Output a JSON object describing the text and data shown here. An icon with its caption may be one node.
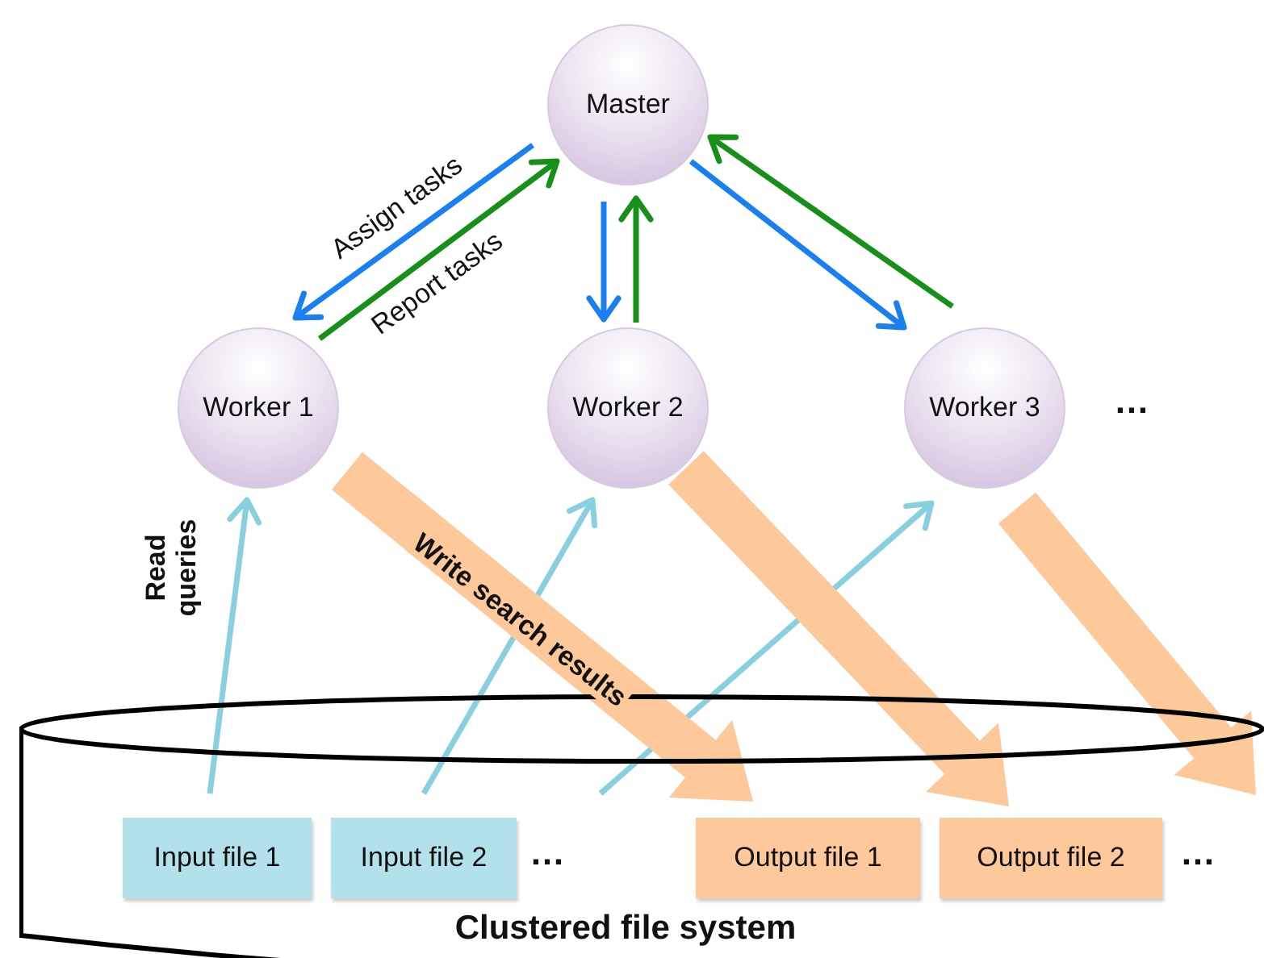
{
  "diagram": {
    "nodes": [
      {
        "text": [
          "Master"
        ]
      },
      {
        "text": [
          "Worker 1"
        ]
      },
      {
        "text": [
          "Worker 2"
        ]
      },
      {
        "text": [
          "Worker 3"
        ]
      },
      {
        "text": [
          "Clustered file system"
        ]
      },
      {
        "text": [
          "Input file 1"
        ],
        "in": 4
      },
      {
        "text": [
          "Input file 2"
        ],
        "in": 4
      },
      {
        "text": [
          "Output file 1"
        ],
        "in": 4
      },
      {
        "text": [
          "Output file 2"
        ],
        "in": 4
      }
    ],
    "edges": [
      {
        "from": 0,
        "to": 1,
        "arrow": "to",
        "label": "Assign tasks",
        "color": "#1a7ff0"
      },
      {
        "from": 1,
        "to": 0,
        "arrow": "to",
        "label": "Report tasks",
        "color": "#17901a"
      },
      {
        "from": 0,
        "to": 2,
        "arrow": "to",
        "color": "#1a7ff0"
      },
      {
        "from": 2,
        "to": 0,
        "arrow": "to",
        "color": "#17901a"
      },
      {
        "from": 0,
        "to": 3,
        "arrow": "to",
        "color": "#1a7ff0"
      },
      {
        "from": 3,
        "to": 0,
        "arrow": "to",
        "color": "#17901a"
      },
      {
        "from": 5,
        "to": 1,
        "arrow": "to",
        "label": "Read queries",
        "color": "#88d0e0"
      },
      {
        "from": 6,
        "to": 2,
        "arrow": "to",
        "color": "#88d0e0"
      },
      {
        "from": null,
        "to": 3,
        "arrow": "to",
        "color": "#88d0e0"
      },
      {
        "from": 1,
        "to": 7,
        "arrow": "to",
        "label": "Write search results",
        "style": "thick",
        "color": "#fdc89a"
      },
      {
        "from": 2,
        "to": 8,
        "arrow": "to",
        "style": "thick",
        "color": "#fdc89a"
      },
      {
        "from": 3,
        "to": 4,
        "arrow": "to",
        "style": "thick",
        "color": "#fdc89a"
      }
    ],
    "labels": [
      "…",
      "…",
      "…"
    ]
  }
}
